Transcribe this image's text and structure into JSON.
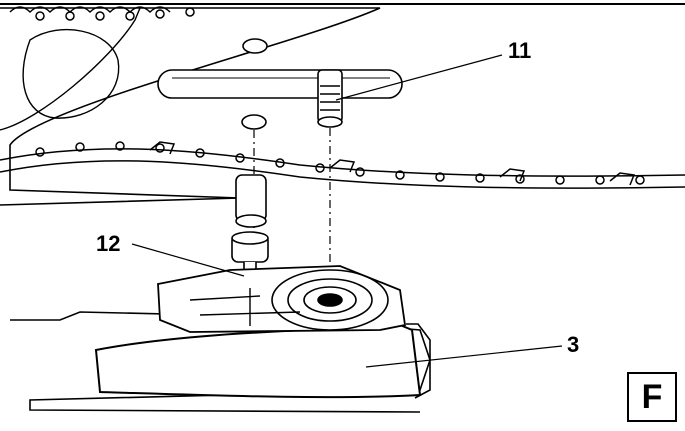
{
  "callouts": {
    "stud": "11",
    "pin": "12",
    "cover": "3"
  },
  "figure_letter": "F"
}
